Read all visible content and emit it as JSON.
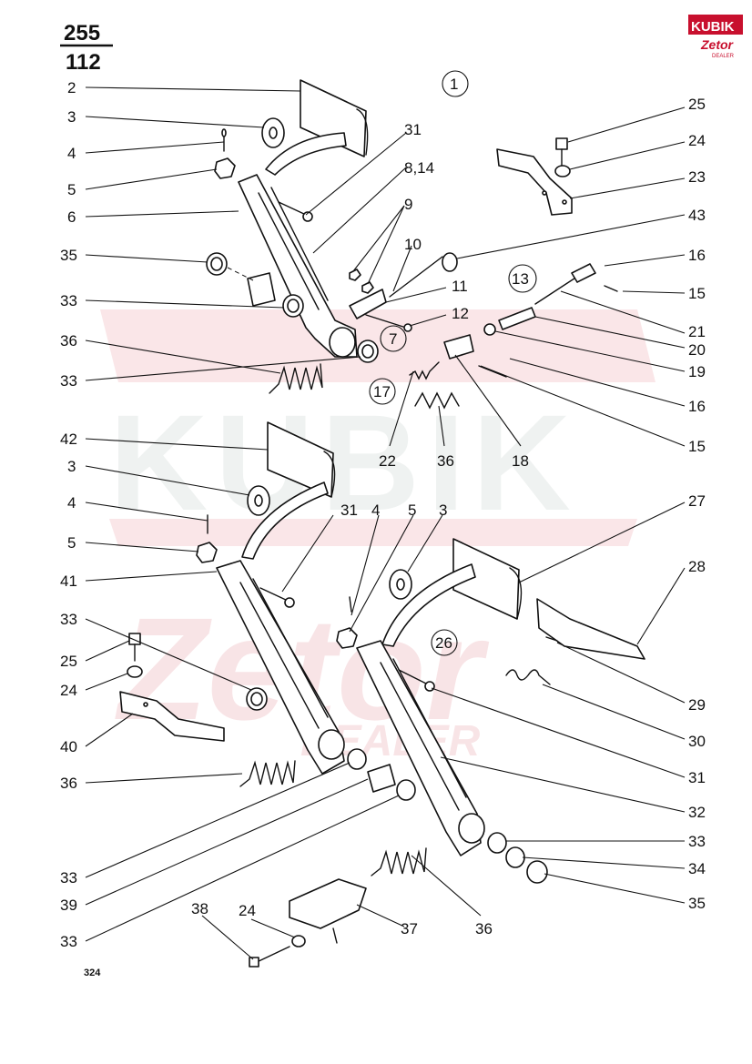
{
  "header": {
    "page_top": "255",
    "page_bottom": "112"
  },
  "logo": {
    "brand": "KUBIK",
    "sub": "Zetor",
    "tag": "DEALER"
  },
  "watermark": {
    "line1": "KUBIK",
    "line2": "Zetor",
    "line3": "DEALER"
  },
  "footer": {
    "code": "324"
  },
  "callouts": [
    "1",
    "13",
    "7",
    "17",
    "26"
  ],
  "labels_left": [
    "2",
    "3",
    "4",
    "5",
    "6",
    "35",
    "33",
    "36",
    "33",
    "42",
    "3",
    "4",
    "5",
    "41",
    "33",
    "25",
    "24",
    "40",
    "36",
    "33",
    "39",
    "33",
    "38",
    "24"
  ],
  "labels_right": [
    "31",
    "8,14",
    "9",
    "10",
    "43",
    "25",
    "24",
    "23",
    "16",
    "15",
    "21",
    "11",
    "12",
    "20",
    "19",
    "16",
    "15",
    "22",
    "36",
    "18",
    "27",
    "31",
    "4",
    "5",
    "3",
    "28",
    "29",
    "30",
    "31",
    "32",
    "33",
    "34",
    "35",
    "37",
    "36"
  ],
  "colors": {
    "ink": "#111111",
    "brand_red": "#c8102e",
    "watermark_red": "#f3c9cd",
    "watermark_grey": "#e6ebe8"
  }
}
